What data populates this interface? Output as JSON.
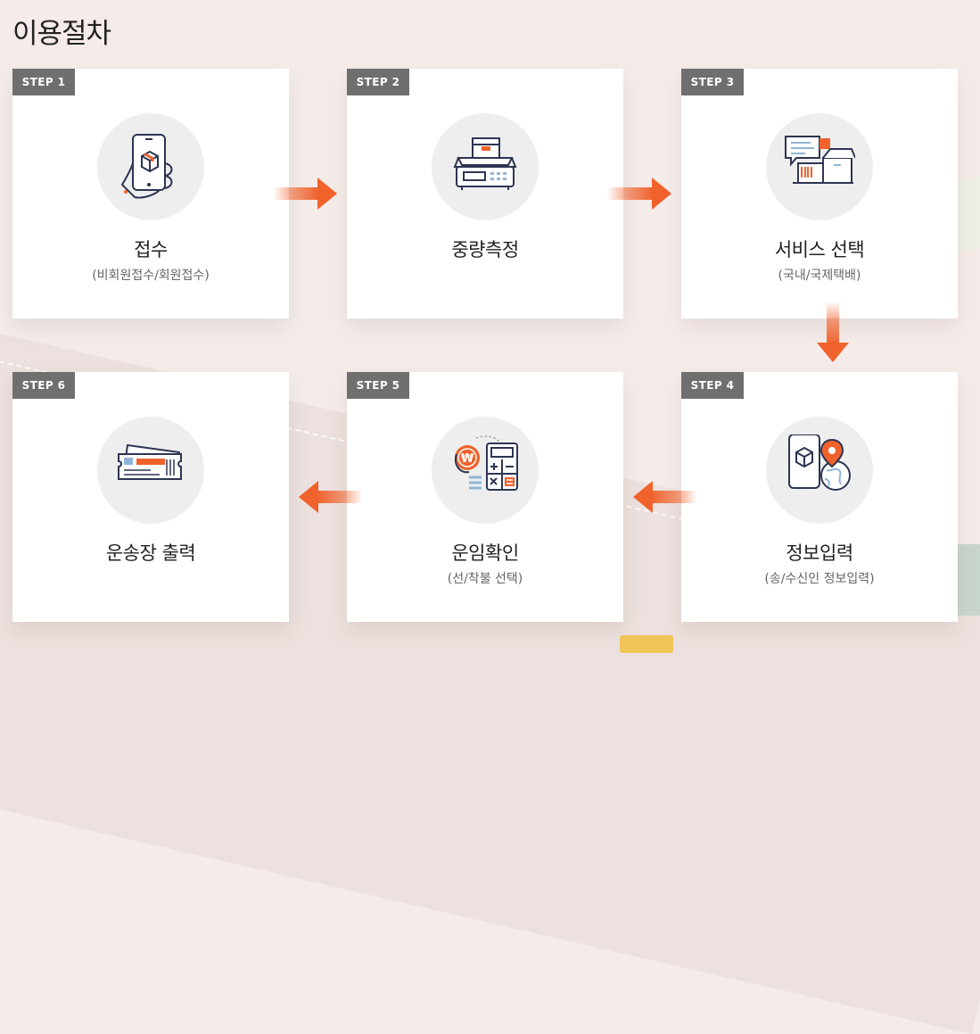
{
  "page": {
    "title": "이용절차"
  },
  "steps": [
    {
      "badge": "STEP 1",
      "title": "접수",
      "subtitle": "(비회원접수/회원접수)",
      "icon": "phone-parcel-icon"
    },
    {
      "badge": "STEP 2",
      "title": "중량측정",
      "subtitle": "",
      "icon": "weighing-scale-icon"
    },
    {
      "badge": "STEP 3",
      "title": "서비스 선택",
      "subtitle": "(국내/국제택배)",
      "icon": "parcel-service-icon"
    },
    {
      "badge": "STEP 4",
      "title": "정보입력",
      "subtitle": "(송/수신인 정보입력)",
      "icon": "location-globe-icon"
    },
    {
      "badge": "STEP 5",
      "title": "운임확인",
      "subtitle": "(선/착불 선택)",
      "icon": "calculator-won-icon"
    },
    {
      "badge": "STEP 6",
      "title": "운송장 출력",
      "subtitle": "",
      "icon": "waybill-ticket-icon"
    }
  ],
  "colors": {
    "accent": "#f0622c",
    "badge": "#6f6f6f",
    "navy": "#2d3552",
    "background": "#f5ecea"
  }
}
